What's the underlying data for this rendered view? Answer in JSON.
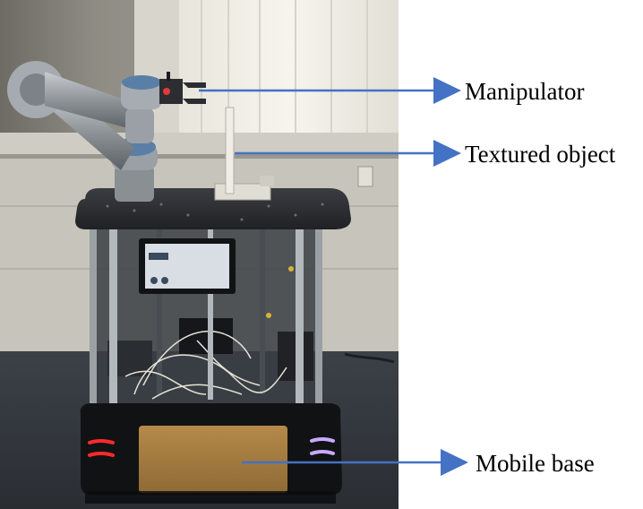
{
  "labels": {
    "manipulator": "Manipulator",
    "textured_object": "Textured object",
    "mobile_base": "Mobile base"
  },
  "colors": {
    "arrow": "#4472c4",
    "text": "#000000",
    "led_left": "#ff2a2a",
    "led_right": "#c9a8ff"
  }
}
